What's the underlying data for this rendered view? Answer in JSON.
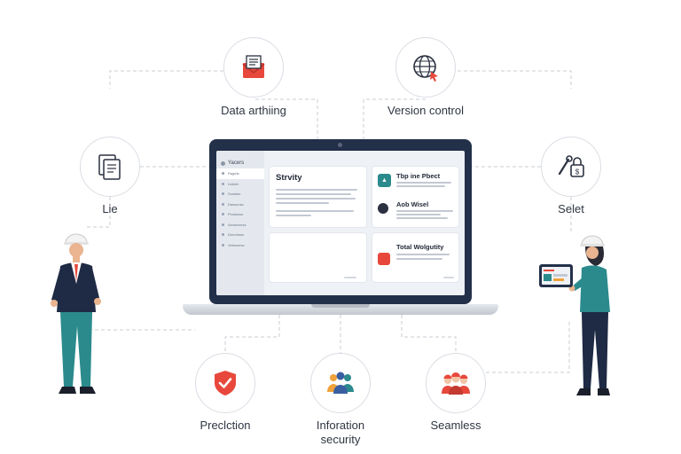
{
  "nodes": {
    "data_archiving": "Data arthiing",
    "version_control": "Version control",
    "lie": "Lie",
    "selet": "Selet",
    "precliction": "Preclction",
    "information_security": "Inforation security",
    "seamless": "Seamless"
  },
  "laptop": {
    "brand": "Yacers",
    "menu": [
      "Ragets",
      "Linktet",
      "Sunsles",
      "Dassonss",
      "Prvsisoss",
      "Arrestoress",
      "Drecntoss",
      "Vetesness"
    ],
    "cards": {
      "summary_title": "Strvity",
      "item1_title": "Tbp ine Pbect",
      "item2_title": "Aob Wisel",
      "item3_title": "Total Wolgutity"
    }
  },
  "colors": {
    "accent_red": "#e8483c",
    "accent_teal": "#2b8a8c",
    "navy": "#23304a",
    "connector": "#c9cdd3"
  }
}
